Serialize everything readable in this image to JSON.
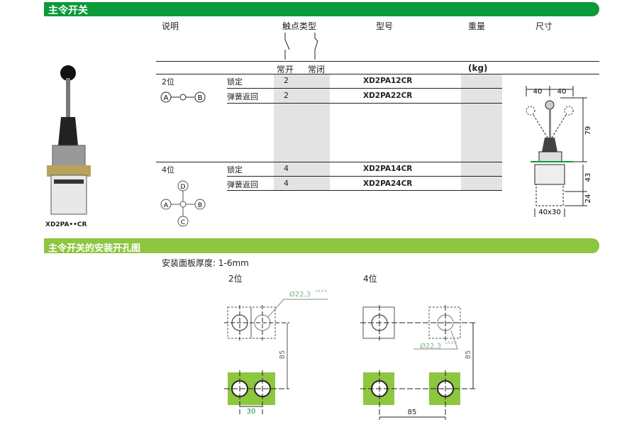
{
  "section1": {
    "title": "主令开关"
  },
  "headers": {
    "desc": "说明",
    "contact_type": "触点类型",
    "model": "型号",
    "weight": "重量",
    "size": "尺寸",
    "no": "常开",
    "nc": "常闭",
    "kg": "(kg)"
  },
  "groups": [
    {
      "label": "2位",
      "diagram": [
        "A",
        "B"
      ],
      "rows": [
        {
          "type": "锁定",
          "no": "2",
          "model": "XD2PA12CR"
        },
        {
          "type": "弹簧返回",
          "no": "2",
          "model": "XD2PA22CR"
        }
      ]
    },
    {
      "label": "4位",
      "diagram": [
        "A",
        "B",
        "C",
        "D"
      ],
      "rows": [
        {
          "type": "锁定",
          "no": "4",
          "model": "XD2PA14CR"
        },
        {
          "type": "弹簧返回",
          "no": "4",
          "model": "XD2PA24CR"
        }
      ]
    }
  ],
  "product_label": "XD2PA••CR",
  "dimensions": {
    "w1": "40",
    "w2": "40",
    "h1": "79",
    "h2": "43",
    "h3": "24",
    "base": "40x30"
  },
  "section2": {
    "title": "主令开关的安装开孔图",
    "panel_thickness": "安装面板厚度: 1-6mm"
  },
  "mount": {
    "two": {
      "label": "2位",
      "hole": "Ø22,3",
      "tol": "+0.4 0",
      "vdim": "85",
      "hdim": "30"
    },
    "four": {
      "label": "4位",
      "hole": "Ø22,3",
      "tol": "+0.4 0",
      "vdim": "85",
      "hdim": "85"
    }
  },
  "colors": {
    "green": "#0a9a3a",
    "lime": "#8dc63f"
  }
}
